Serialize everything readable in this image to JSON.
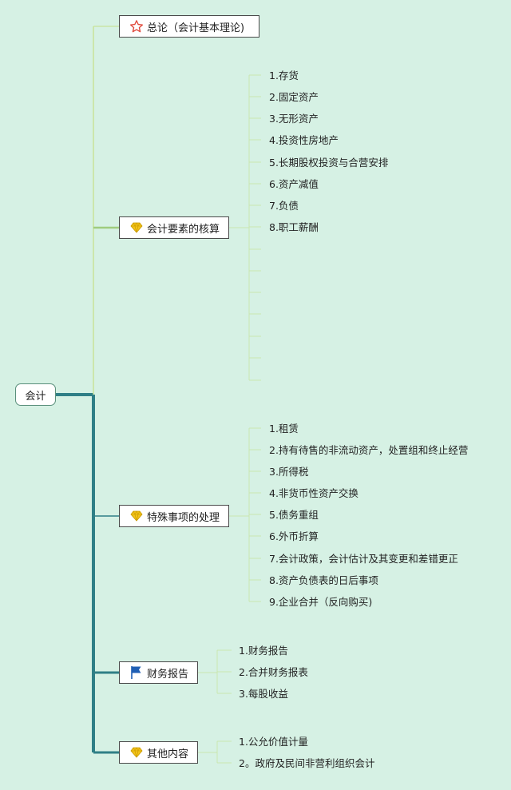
{
  "root": {
    "label": "会计"
  },
  "branches": [
    {
      "label": "总论（会计基本理论)",
      "icon": "star-icon",
      "items": []
    },
    {
      "label": "会计要素的核算",
      "icon": "diamond-icon",
      "items": [
        "1.存货",
        "2.固定资产",
        "3.无形资产",
        "4.投资性房地产",
        "5.长期股权投资与合营安排",
        "6.资产减值",
        "7.负债",
        "8.职工薪酬"
      ]
    },
    {
      "label": "特殊事项的处理",
      "icon": "diamond-icon",
      "items": [
        "1.租赁",
        "2.持有待售的非流动资产，处置组和终止经营",
        "3.所得税",
        "4.非货币性资产交换",
        "5.债务重组",
        "6.外币折算",
        "7.会计政策，会计估计及其变更和差错更正",
        "8.资产负债表的日后事项",
        "9.企业合并（反向购买)"
      ]
    },
    {
      "label": "财务报告",
      "icon": "flag-icon",
      "items": [
        "1.财务报告",
        "2.合并财务报表",
        "3.每股收益"
      ]
    },
    {
      "label": "其他内容",
      "icon": "diamond-icon",
      "items": [
        "1.公允价值计量",
        "2。政府及民间非营利组织会计"
      ]
    }
  ],
  "colors": {
    "background": "#d6f1e4",
    "trunk": "#2f7f86",
    "light_branch": "#c8e39a",
    "mid_branch": "#9fcc7e",
    "leaf_line": "#c9e6b0",
    "star": "#e0483a",
    "diamond": "#f2c318",
    "flag": "#1f5fb4"
  }
}
